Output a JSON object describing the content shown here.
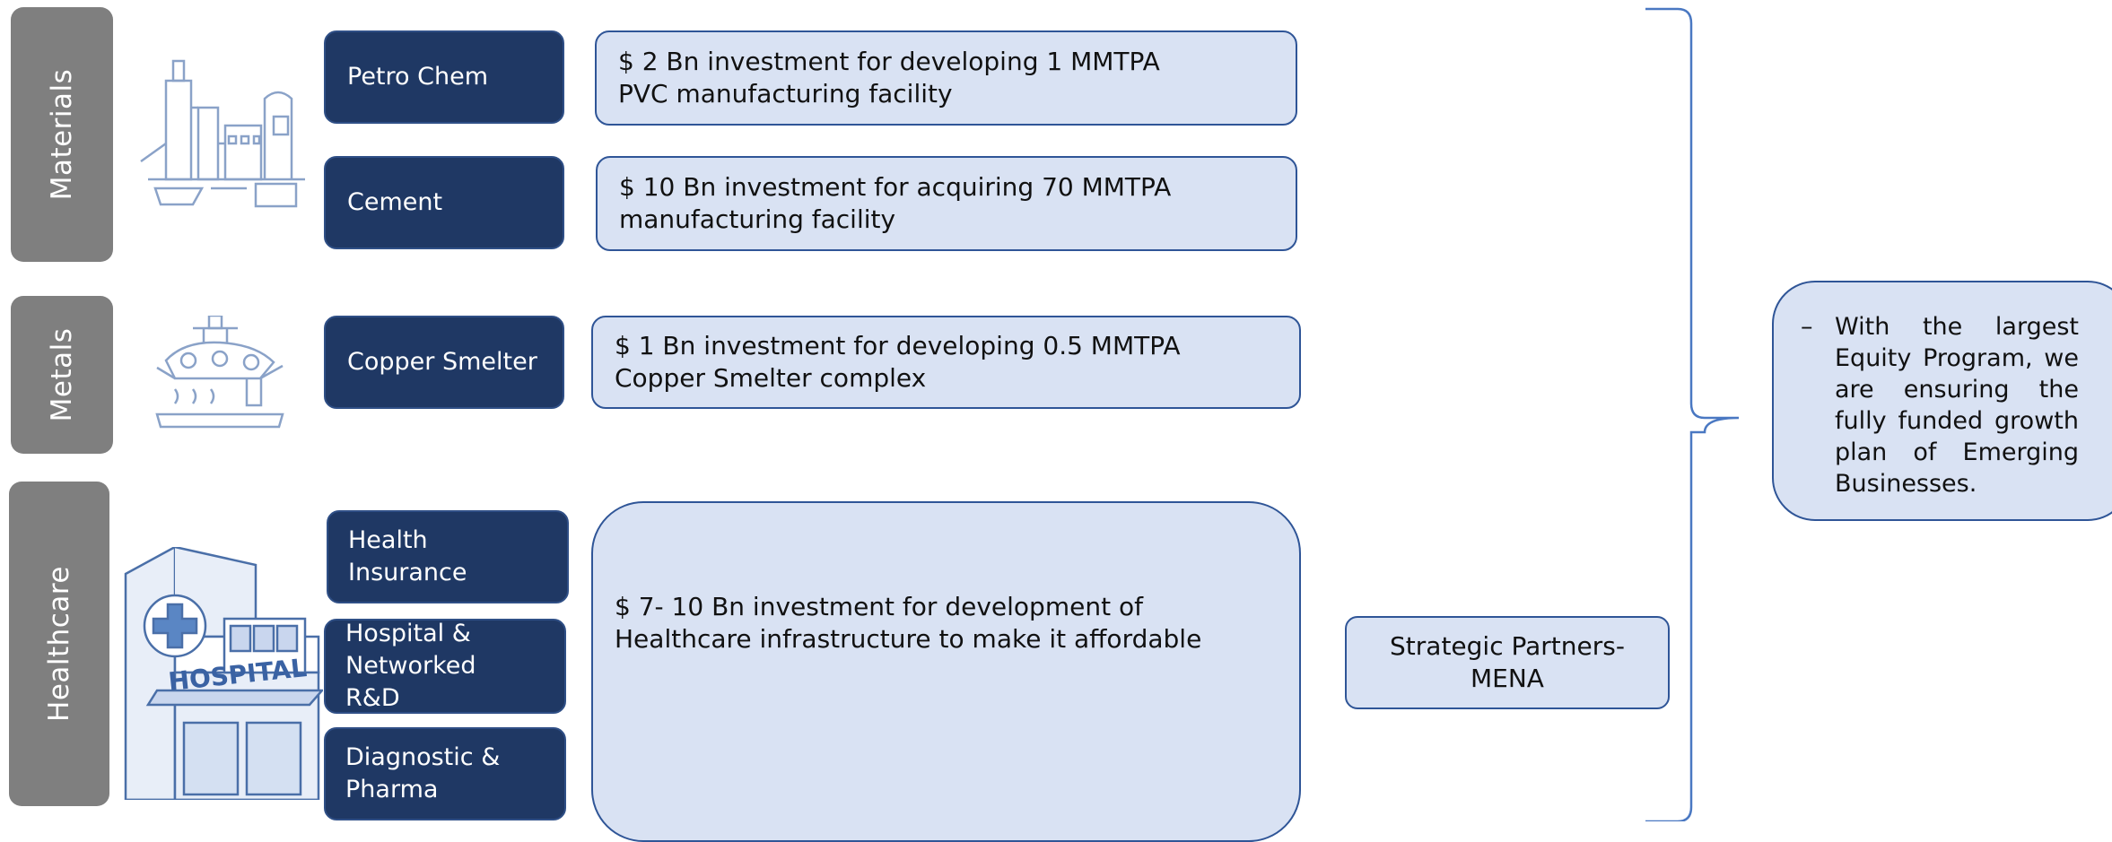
{
  "sectors": [
    {
      "label": "Materials"
    },
    {
      "label": "Metals"
    },
    {
      "label": "Healthcare"
    }
  ],
  "categories": {
    "petro_chem": "Petro Chem",
    "cement": "Cement",
    "copper_smelter": "Copper Smelter",
    "health_insurance": "Health\nInsurance",
    "hospital": "Hospital &\nNetworked\nR&D",
    "diagnostic": "Diagnostic &\nPharma"
  },
  "investments": {
    "petro_chem": "$ 2 Bn investment for developing 1 MMTPA\nPVC manufacturing facility",
    "cement": "$ 10 Bn investment for acquiring 70 MMTPA\nmanufacturing facility",
    "copper_smelter": "$ 1 Bn investment for developing 0.5 MMTPA\nCopper Smelter complex",
    "healthcare": "$ 7- 10 Bn investment for development of\nHealthcare infrastructure to make it affordable"
  },
  "partner": "Strategic Partners-\nMENA",
  "summary": {
    "bullet": "–",
    "text": "With the largest Equity Program, we are ensuring the fully funded growth plan of Emerging Businesses."
  },
  "illustrations": {
    "materials": "refinery-illustration",
    "metals": "smelter-illustration",
    "healthcare": "hospital-illustration",
    "hospital_sign": "HOSPITAL"
  },
  "colors": {
    "sector_bg": "#7f7f7f",
    "category_bg": "#1f3864",
    "box_bg": "#d9e2f3",
    "box_border": "#2f5597"
  }
}
